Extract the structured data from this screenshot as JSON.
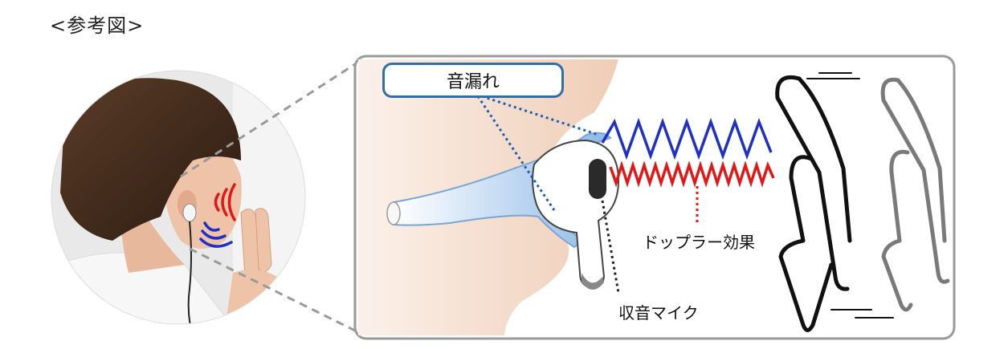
{
  "title": "<参考図>",
  "labels": {
    "sound_leak": "音漏れ",
    "doppler": "ドップラー効果",
    "mic": "収音マイク"
  },
  "colors": {
    "blue_wave": "#1f2fc8",
    "red_wave": "#e01818",
    "leak_box_border": "#2e6fa8",
    "frame_border": "#9a9a9a",
    "skin": "#f1d7c6",
    "tube": "#9fc3ea"
  }
}
